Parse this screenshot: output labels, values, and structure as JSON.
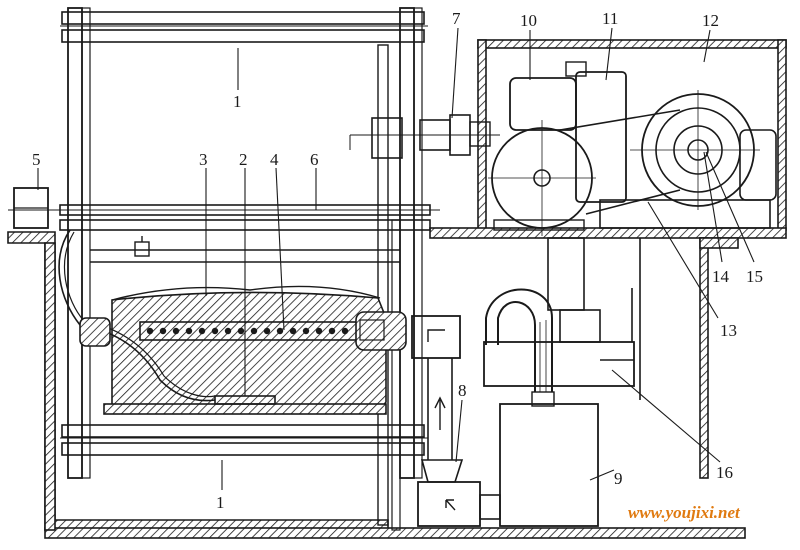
{
  "labels": [
    {
      "id": "1-top",
      "text": "1"
    },
    {
      "id": "1-bottom",
      "text": "1"
    },
    {
      "id": "2",
      "text": "2"
    },
    {
      "id": "3",
      "text": "3"
    },
    {
      "id": "4",
      "text": "4"
    },
    {
      "id": "5",
      "text": "5"
    },
    {
      "id": "6",
      "text": "6"
    },
    {
      "id": "7",
      "text": "7"
    },
    {
      "id": "8",
      "text": "8"
    },
    {
      "id": "9",
      "text": "9"
    },
    {
      "id": "10",
      "text": "10"
    },
    {
      "id": "11",
      "text": "11"
    },
    {
      "id": "12",
      "text": "12"
    },
    {
      "id": "13",
      "text": "13"
    },
    {
      "id": "14",
      "text": "14"
    },
    {
      "id": "15",
      "text": "15"
    },
    {
      "id": "16",
      "text": "16"
    }
  ],
  "watermark": "www.youjixi.net",
  "colors": {
    "line": "#1a1a1a",
    "watermark": "#e07a10",
    "background": "#ffffff"
  }
}
